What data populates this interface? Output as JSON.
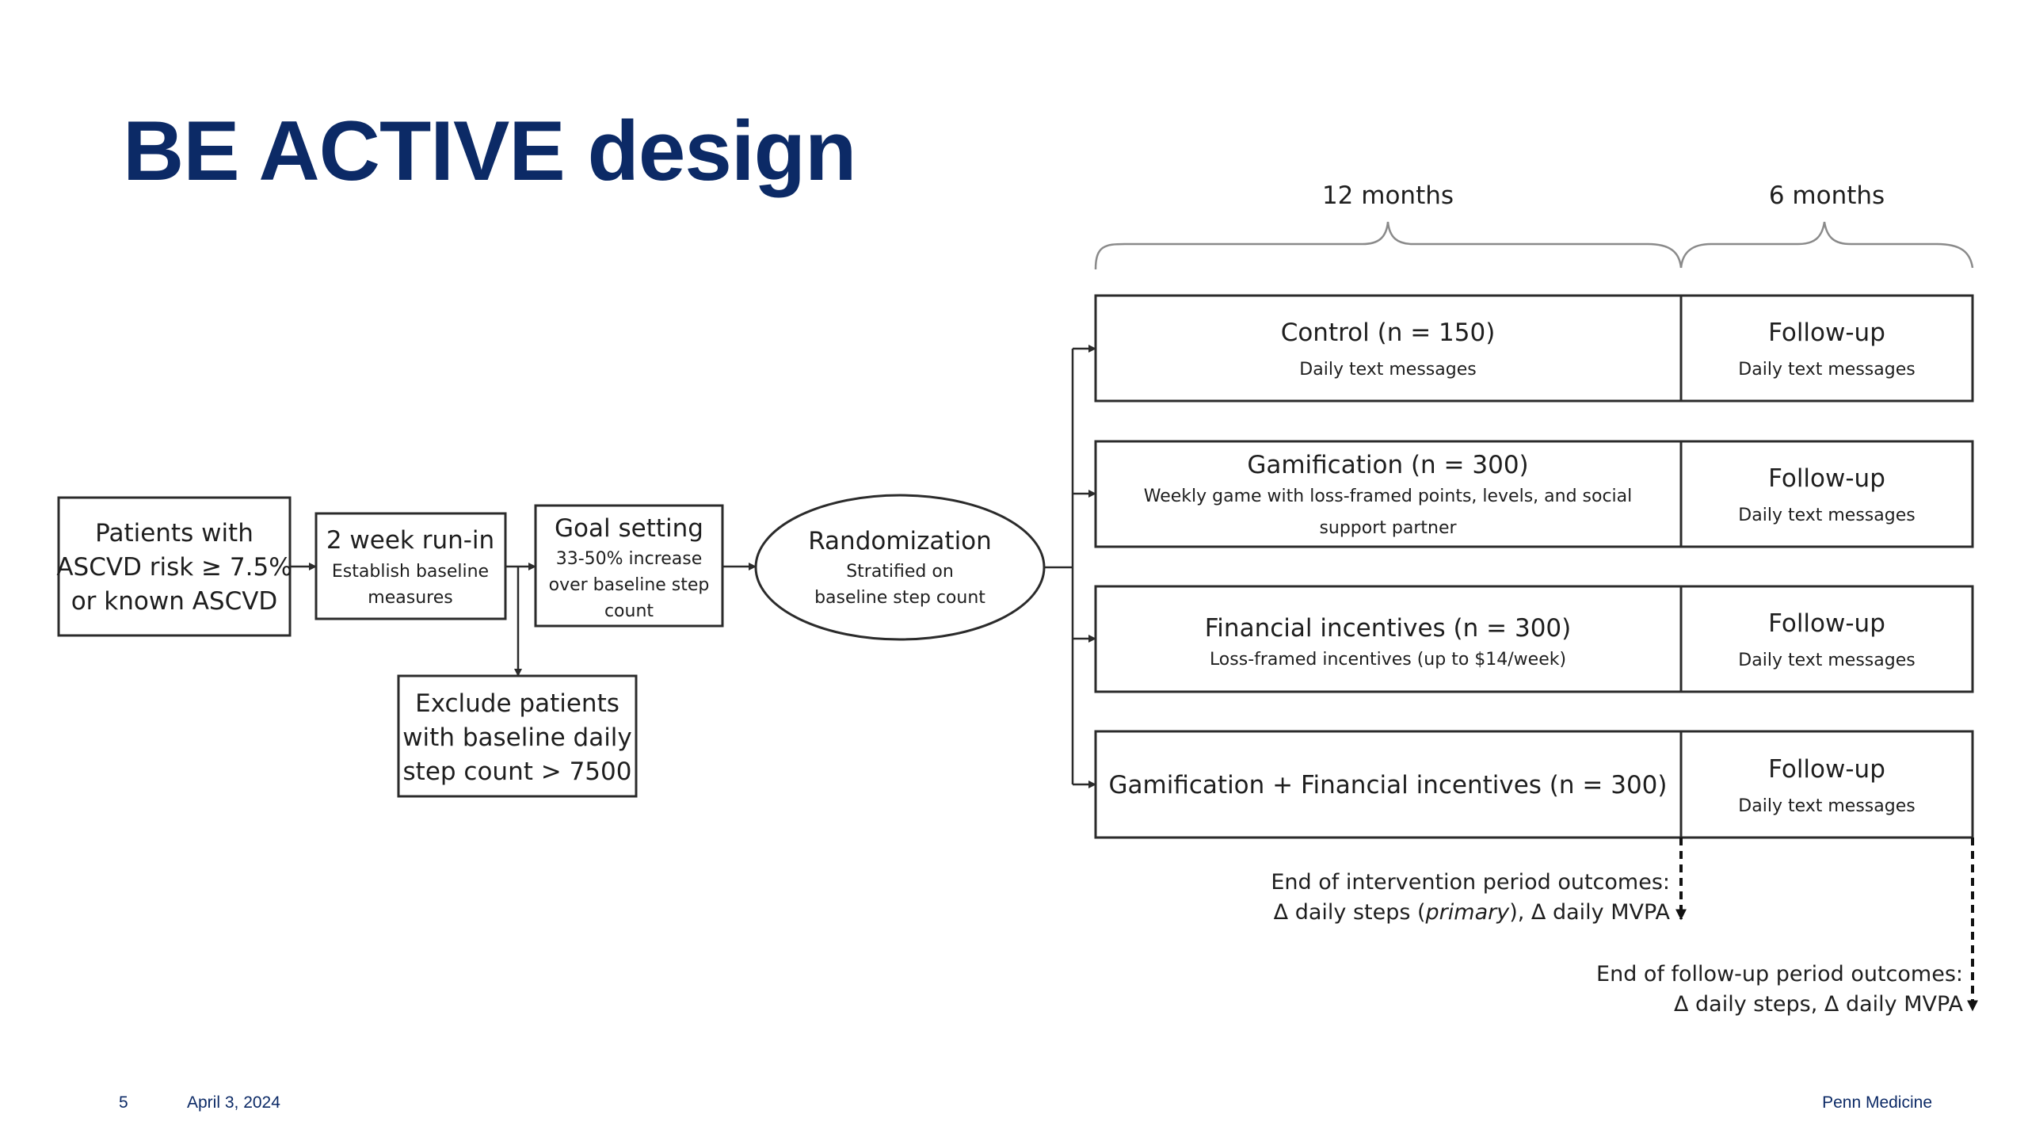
{
  "slide": {
    "title": "BE ACTIVE design",
    "page_number": "5",
    "date": "April 3, 2024",
    "brand": "Penn Medicine",
    "title_color": "#0c2a66"
  },
  "diagram": {
    "periods": {
      "intervention": "12 months",
      "followup": "6 months"
    },
    "patients": [
      "Patients with",
      "ASCVD risk ≥ 7.5%",
      "or known ASCVD"
    ],
    "runin": {
      "title": "2 week run-in",
      "lines": [
        "Establish baseline",
        "measures"
      ]
    },
    "goal": {
      "title": "Goal setting",
      "lines": [
        "33-50% increase",
        "over baseline step",
        "count"
      ]
    },
    "exclude": [
      "Exclude patients",
      "with baseline daily",
      "step count > 7500"
    ],
    "randomization": {
      "title": "Randomization",
      "lines": [
        "Stratified on",
        "baseline step count"
      ]
    },
    "arms": [
      {
        "title": "Control (n = 150)",
        "subtitle": "Daily text messages",
        "followup_title": "Follow-up",
        "followup_subtitle": "Daily text messages"
      },
      {
        "title": "Gamification (n = 300)",
        "subtitle": "Weekly game with loss-framed points, levels, and social",
        "subtitle2": "support partner",
        "followup_title": "Follow-up",
        "followup_subtitle": "Daily text messages"
      },
      {
        "title": "Financial incentives (n = 300)",
        "subtitle": "Loss-framed incentives (up to $14/week)",
        "followup_title": "Follow-up",
        "followup_subtitle": "Daily text messages"
      },
      {
        "title": "Gamification + Financial incentives (n = 300)",
        "followup_title": "Follow-up",
        "followup_subtitle": "Daily text messages"
      }
    ],
    "outcomes": {
      "intervention": {
        "line1": "End of intervention period outcomes:",
        "prefix": "Δ daily steps (",
        "primary": "primary",
        "suffix": "), Δ daily MVPA"
      },
      "followup": {
        "line1": "End of follow-up period outcomes:",
        "line2": "Δ daily steps, Δ daily MVPA"
      }
    }
  }
}
